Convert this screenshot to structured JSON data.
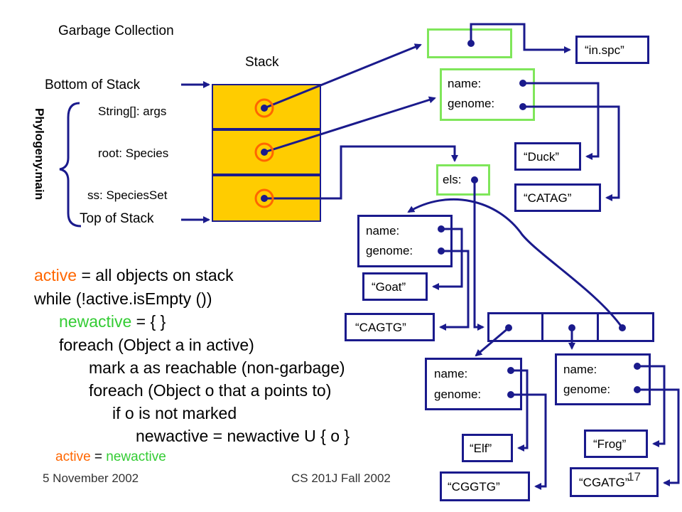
{
  "slide": {
    "title": "Garbage Collection",
    "stack_label": "Stack",
    "bottom_label": "Bottom of Stack",
    "top_label": "Top of Stack",
    "brace_label": "Phylogeny.main",
    "frames": [
      "String[]: args",
      "root: Species",
      "ss: SpeciesSet"
    ]
  },
  "heap": {
    "array1_value": "“in.spc”",
    "species_root": {
      "name_field": "name:",
      "genome_field": "genome:"
    },
    "duck": "“Duck”",
    "catag": "“CATAG”",
    "els_field": "els:",
    "goat_obj": {
      "name_field": "name:",
      "genome_field": "genome:"
    },
    "goat": "“Goat”",
    "cagtg": "“CAGTG”",
    "elf_obj": {
      "name_field": "name:",
      "genome_field": "genome:"
    },
    "elf": "“Elf”",
    "cggtg": "“CGGTG”",
    "frog_obj": {
      "name_field": "name:",
      "genome_field": "genome:"
    },
    "frog": "“Frog”",
    "cgatg": "“CGATG”"
  },
  "code": {
    "l1a": "active",
    "l1b": " = all objects on stack",
    "l2": "while (!active.isEmpty ())",
    "l3a": "newactive",
    "l3b": " = { }",
    "l4": "foreach (Object a in active)",
    "l5": "mark a as reachable (non-garbage)",
    "l6": "foreach (Object o that a points to)",
    "l7": "if o is not marked",
    "l8": "newactive = newactive U { o }",
    "l9a": "active",
    "l9b": " = ",
    "l9c": "newactive"
  },
  "footer": {
    "date": "5 November 2002",
    "course": "CS 201J Fall 2002",
    "page": "17"
  },
  "colors": {
    "orange": "#ff6600",
    "green": "#33cc33",
    "navy": "#1a1a8c",
    "yellow": "#ffcc00",
    "lime": "#7fe65a"
  }
}
